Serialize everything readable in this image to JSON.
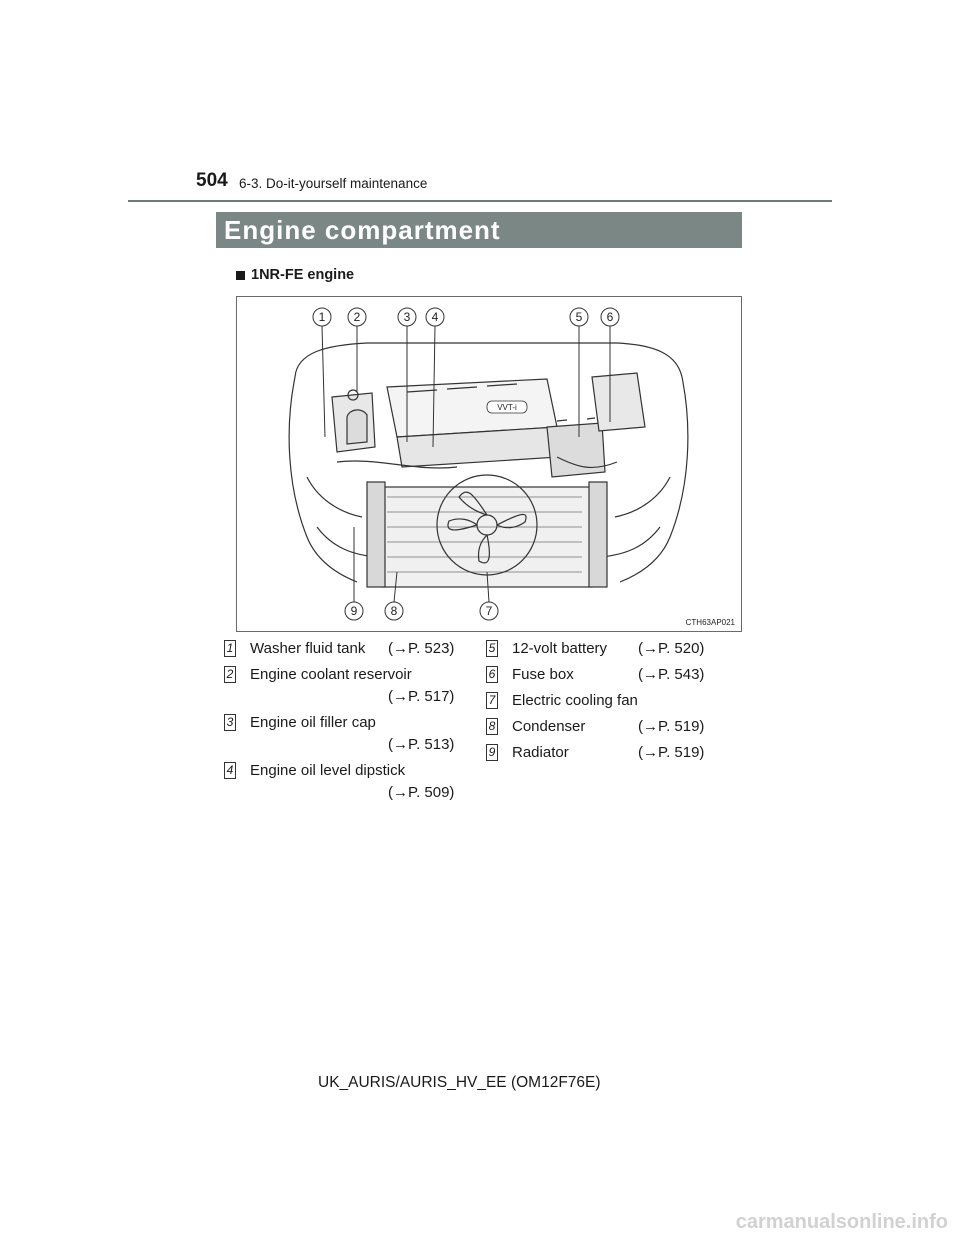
{
  "header": {
    "page_number": "504",
    "section": "6-3. Do-it-yourself maintenance"
  },
  "title": "Engine compartment",
  "subheading": "1NR-FE engine",
  "figure": {
    "callouts": [
      "1",
      "2",
      "3",
      "4",
      "5",
      "6",
      "7",
      "8",
      "9"
    ],
    "code": "CTH63AP021",
    "badge_text": "VVT-i"
  },
  "legend": {
    "left": [
      {
        "num": "1",
        "label": "Washer fluid tank",
        "ref": "(→P. 523)"
      },
      {
        "num": "2",
        "label": "Engine coolant reservoir",
        "ref": "(→P. 517)"
      },
      {
        "num": "3",
        "label": "Engine oil filler cap",
        "ref": "(→P. 513)"
      },
      {
        "num": "4",
        "label": "Engine oil level dipstick",
        "ref": "(→P. 509)"
      }
    ],
    "right": [
      {
        "num": "5",
        "label": "12-volt battery",
        "ref": "(→P. 520)"
      },
      {
        "num": "6",
        "label": "Fuse box",
        "ref": "(→P. 543)"
      },
      {
        "num": "7",
        "label": "Electric cooling fan",
        "ref": ""
      },
      {
        "num": "8",
        "label": "Condenser",
        "ref": "(→P. 519)"
      },
      {
        "num": "9",
        "label": "Radiator",
        "ref": "(→P. 519)"
      }
    ]
  },
  "footer": {
    "code": "UK_AURIS/AURIS_HV_EE (OM12F76E)"
  },
  "watermark": "carmanualsonline.info"
}
